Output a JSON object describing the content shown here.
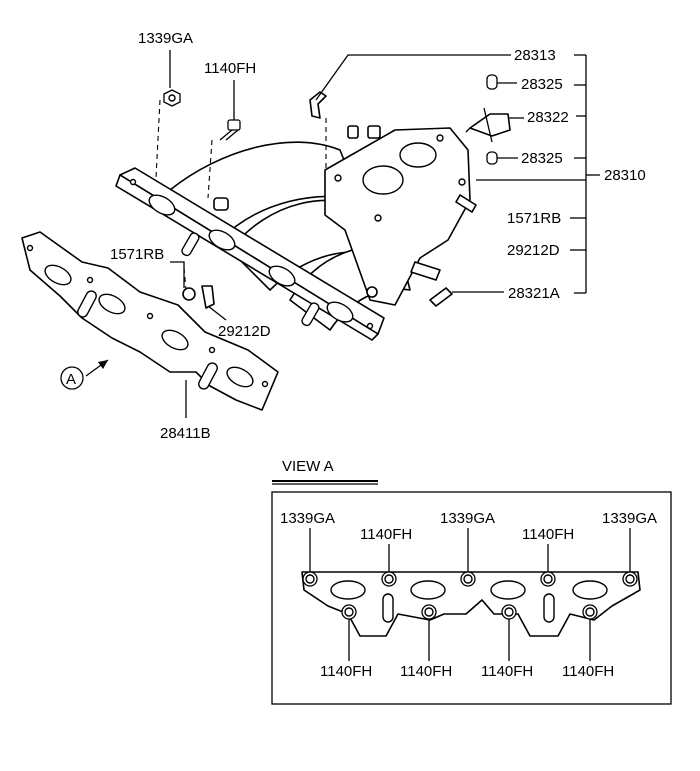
{
  "labels": {
    "p_28313": "28313",
    "p_28325_a": "28325",
    "p_28322": "28322",
    "p_28325_b": "28325",
    "p_28310": "28310",
    "p_1571RB_r": "1571RB",
    "p_29212D_r": "29212D",
    "p_28321A": "28321A",
    "p_1339GA_top": "1339GA",
    "p_1140FH_top": "1140FH",
    "p_1571RB_l": "1571RB",
    "p_29212D_l": "29212D",
    "p_28411B": "28411B",
    "view_marker": "A"
  },
  "view_a": {
    "title": "VIEW A",
    "top_labels": [
      "1339GA",
      "1140FH",
      "1339GA",
      "1140FH",
      "1339GA"
    ],
    "bottom_labels": [
      "1140FH",
      "1140FH",
      "1140FH",
      "1140FH"
    ]
  }
}
